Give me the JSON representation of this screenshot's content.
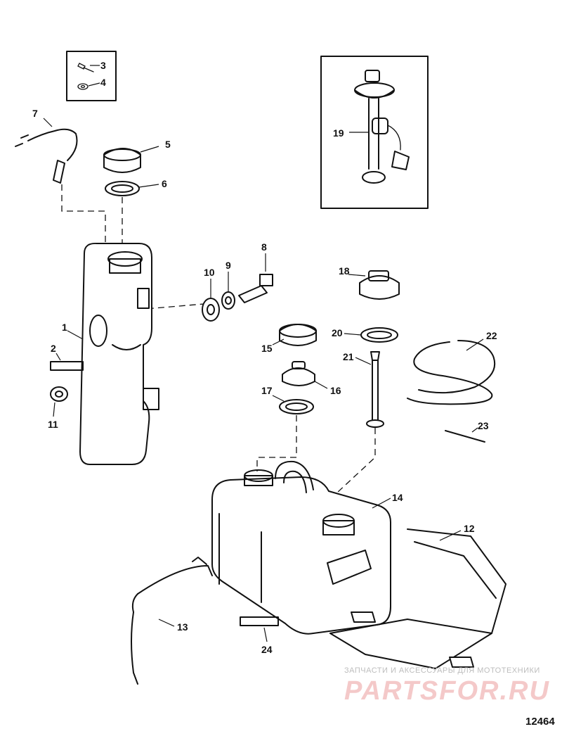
{
  "diagram": {
    "part_numbers": [
      "1",
      "2",
      "3",
      "4",
      "5",
      "6",
      "7",
      "8",
      "9",
      "10",
      "11",
      "12",
      "13",
      "14",
      "15",
      "16",
      "17",
      "18",
      "19",
      "20",
      "21",
      "22",
      "23",
      "24"
    ],
    "figure_number": "12464"
  },
  "watermark": {
    "line1": "ЗАПЧАСТИ И АКСЕССУАРЫ ДЛЯ МОТОТЕХНИКИ",
    "line2": "PARTSFOR.RU"
  },
  "colors": {
    "ink": "#111111",
    "watermark_text": "#bdbdbd",
    "watermark_logo": "#f4c9c9"
  }
}
